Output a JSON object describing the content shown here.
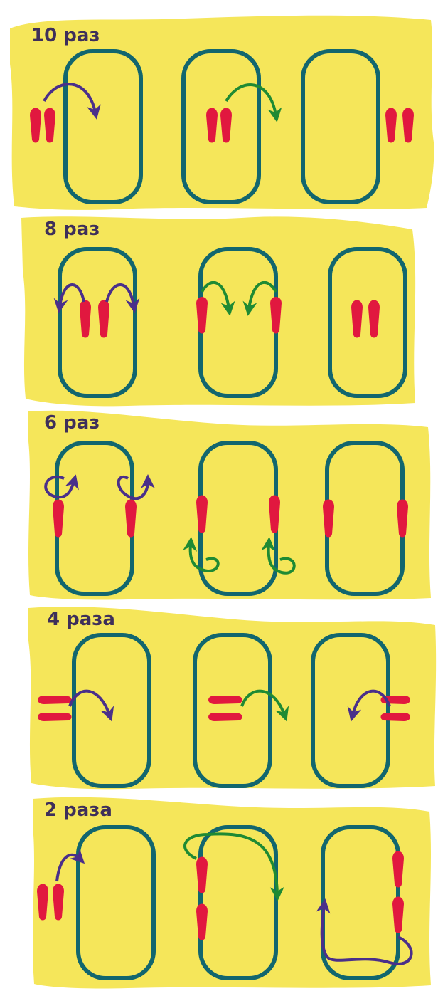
{
  "colors": {
    "background": "#ffffff",
    "panel": "#f5e65a",
    "track": "#12666e",
    "foot": "#e1183f",
    "arrow_purple": "#4a2f8a",
    "arrow_green": "#1f8a33",
    "label_text": "#3e2f5a"
  },
  "panels": [
    {
      "label": "10 раз"
    },
    {
      "label": "8 раз"
    },
    {
      "label": "6 раз"
    },
    {
      "label": "4 раза"
    },
    {
      "label": "2 раза"
    }
  ]
}
